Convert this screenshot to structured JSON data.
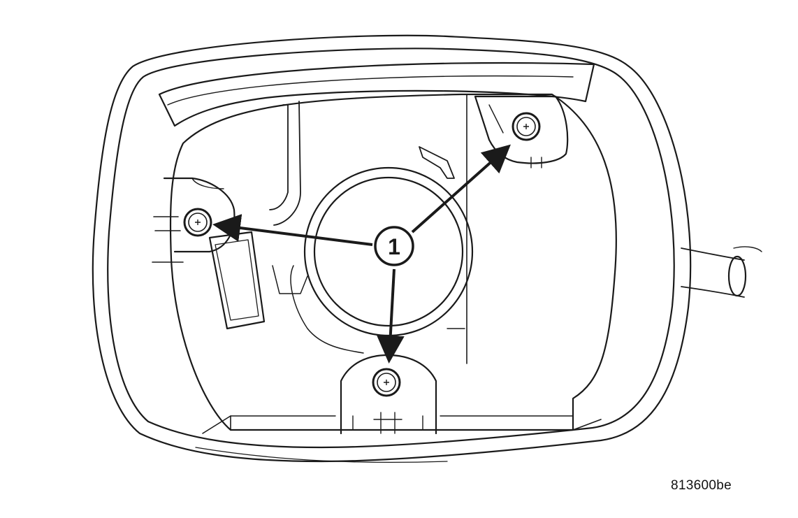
{
  "diagram": {
    "callout_label": "1",
    "figure_id": "813600be"
  },
  "colors": {
    "stroke": "#1a1a1a",
    "background": "#ffffff"
  },
  "icons": {
    "fastener": "screw-icon",
    "callout": "callout-circle"
  }
}
